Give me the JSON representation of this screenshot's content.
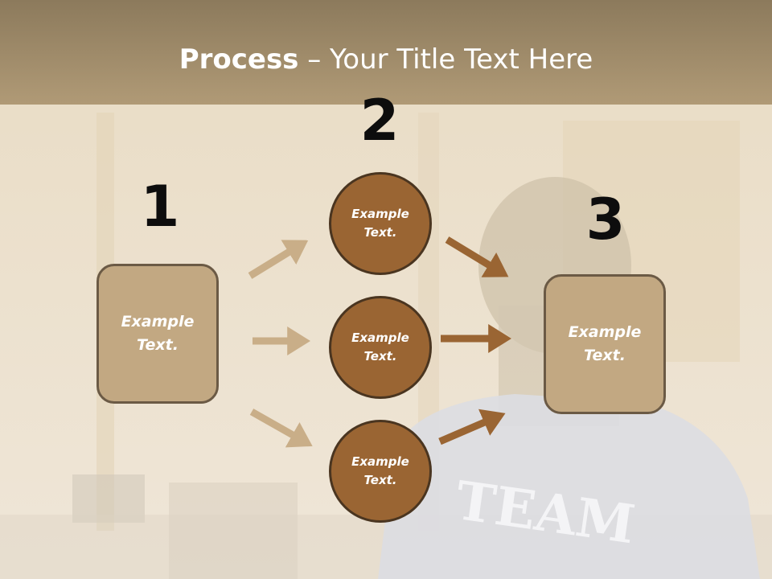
{
  "slide": {
    "title_bold": "Process",
    "title_rest": " – Your Title Text Here",
    "backdrop_text": "TEAM"
  },
  "steps": [
    {
      "number": "1"
    },
    {
      "number": "2"
    },
    {
      "number": "3"
    }
  ],
  "nodes": {
    "left_box": "Example\nText.",
    "circle_top": "Example\nText.",
    "circle_middle": "Example\nText.",
    "circle_bottom": "Example\nText.",
    "right_box": "Example\nText."
  },
  "colors": {
    "box_fill": "#c2a882",
    "circle_fill": "#9a6533",
    "light_arrow": "#c9ae88",
    "dark_arrow": "#9a6533"
  }
}
